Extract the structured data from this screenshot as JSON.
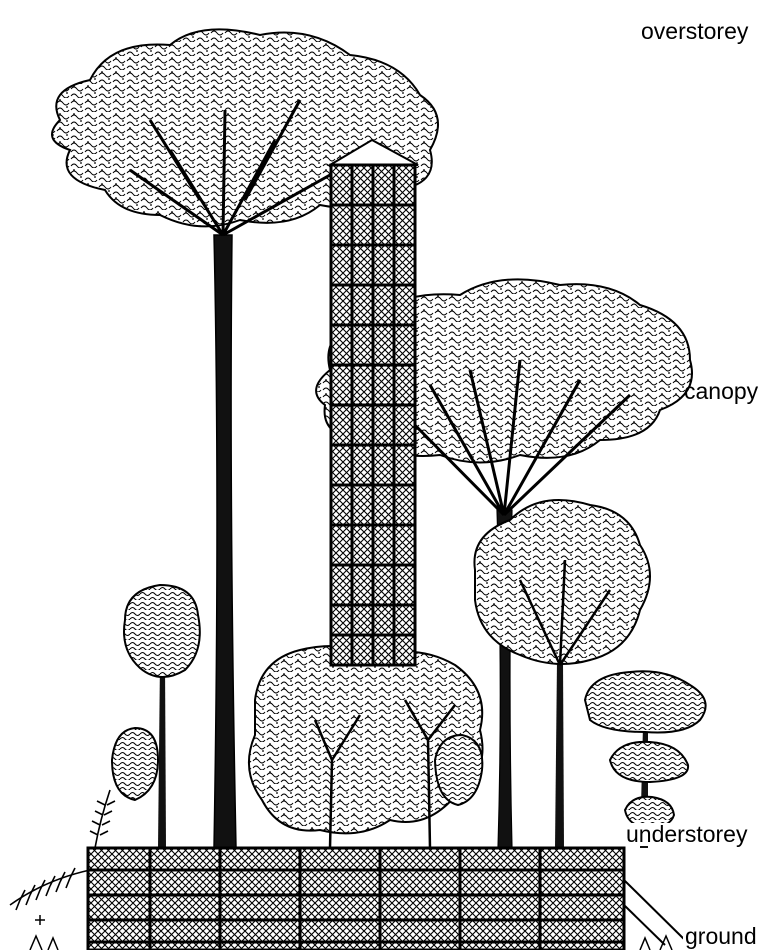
{
  "diagram": {
    "labels": {
      "overstorey": "overstorey",
      "canopy": "canopy",
      "understorey": "understorey",
      "ground": "ground"
    }
  }
}
